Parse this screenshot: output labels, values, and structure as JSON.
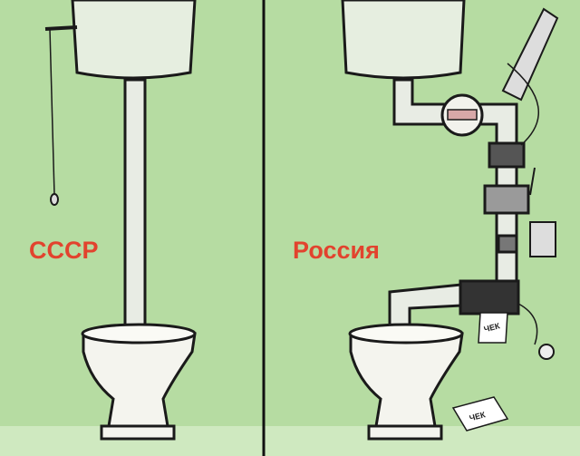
{
  "left_panel": {
    "label": "СССР"
  },
  "right_panel": {
    "label": "Россия",
    "receipt_1": "ЧЕК",
    "receipt_2": "ЧЕК"
  },
  "colors": {
    "background": "#b6dca2",
    "floor": "#cfe9c0",
    "label": "#e2432e",
    "porcelain": "#f4f4ee",
    "outline": "#1a1a1a"
  }
}
